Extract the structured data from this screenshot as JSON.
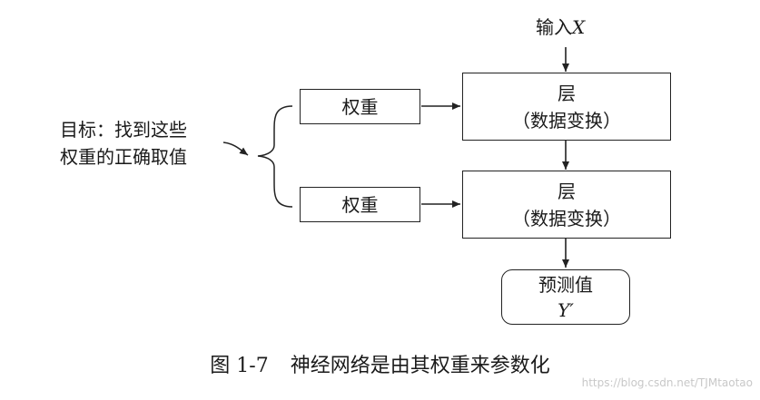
{
  "diagram": {
    "input_label_prefix": "输入",
    "input_label_var": "X",
    "goal_line1": "目标：找到这些",
    "goal_line2": "权重的正确取值",
    "weights": [
      {
        "label": "权重"
      },
      {
        "label": "权重"
      }
    ],
    "layers": [
      {
        "title": "层",
        "subtitle": "（数据变换）"
      },
      {
        "title": "层",
        "subtitle": "（数据变换）"
      }
    ],
    "output": {
      "title": "预测值",
      "var": "Y′"
    },
    "colors": {
      "stroke": "#222222",
      "text": "#1a1a1a",
      "watermark": "#c8c8c8"
    }
  },
  "caption": {
    "number": "图 1-7",
    "text": "神经网络是由其权重来参数化"
  },
  "watermark": "https://blog.csdn.net/TJMtaotao"
}
